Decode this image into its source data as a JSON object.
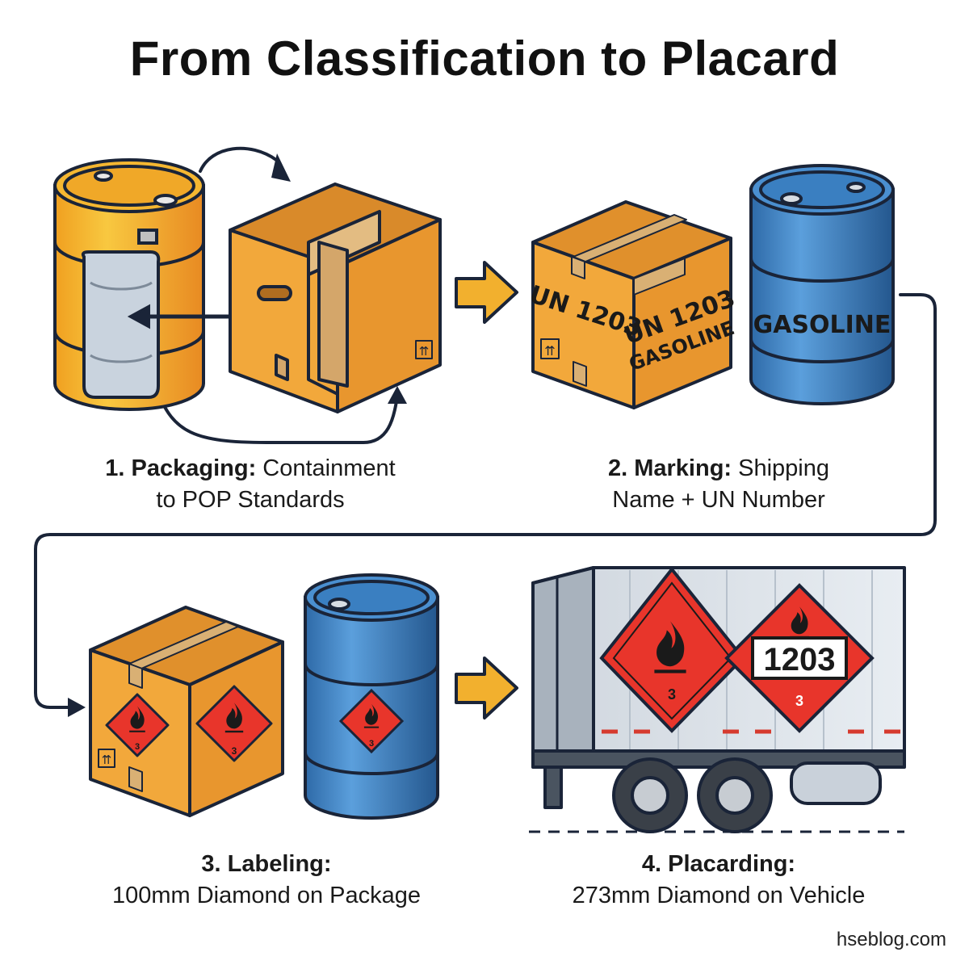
{
  "title": "From Classification to Placard",
  "steps": [
    {
      "number": "1.",
      "name": "Packaging:",
      "desc_line1": "Containment",
      "desc_line2": "to POP Standards"
    },
    {
      "number": "2.",
      "name": "Marking:",
      "desc_line1": "Shipping",
      "desc_line2": "Name + UN Number"
    },
    {
      "number": "3.",
      "name": "Labeling:",
      "desc_line1": "",
      "desc_line2": "100mm Diamond on Package"
    },
    {
      "number": "4.",
      "name": "Placarding:",
      "desc_line1": "",
      "desc_line2": "273mm Diamond on Vehicle"
    }
  ],
  "markings": {
    "box_un_number": "UN 1203",
    "box_side_un": "UN 1203",
    "box_side_name": "GASOLINE",
    "drum_name": "GASOLINE",
    "hazard_class": "3",
    "placard_number": "1203",
    "arrows_symbol": "⇈"
  },
  "icons": [
    "flame-icon",
    "arrow-right-icon",
    "package-up-arrows-icon"
  ],
  "colors": {
    "drum_yellow": "#f5b731",
    "drum_blue": "#3a7fc1",
    "box": "#f2a83b",
    "hazard_red": "#e8352b",
    "arrow": "#f2b02e",
    "outline": "#1a2438"
  },
  "footer": "hseblog.com"
}
